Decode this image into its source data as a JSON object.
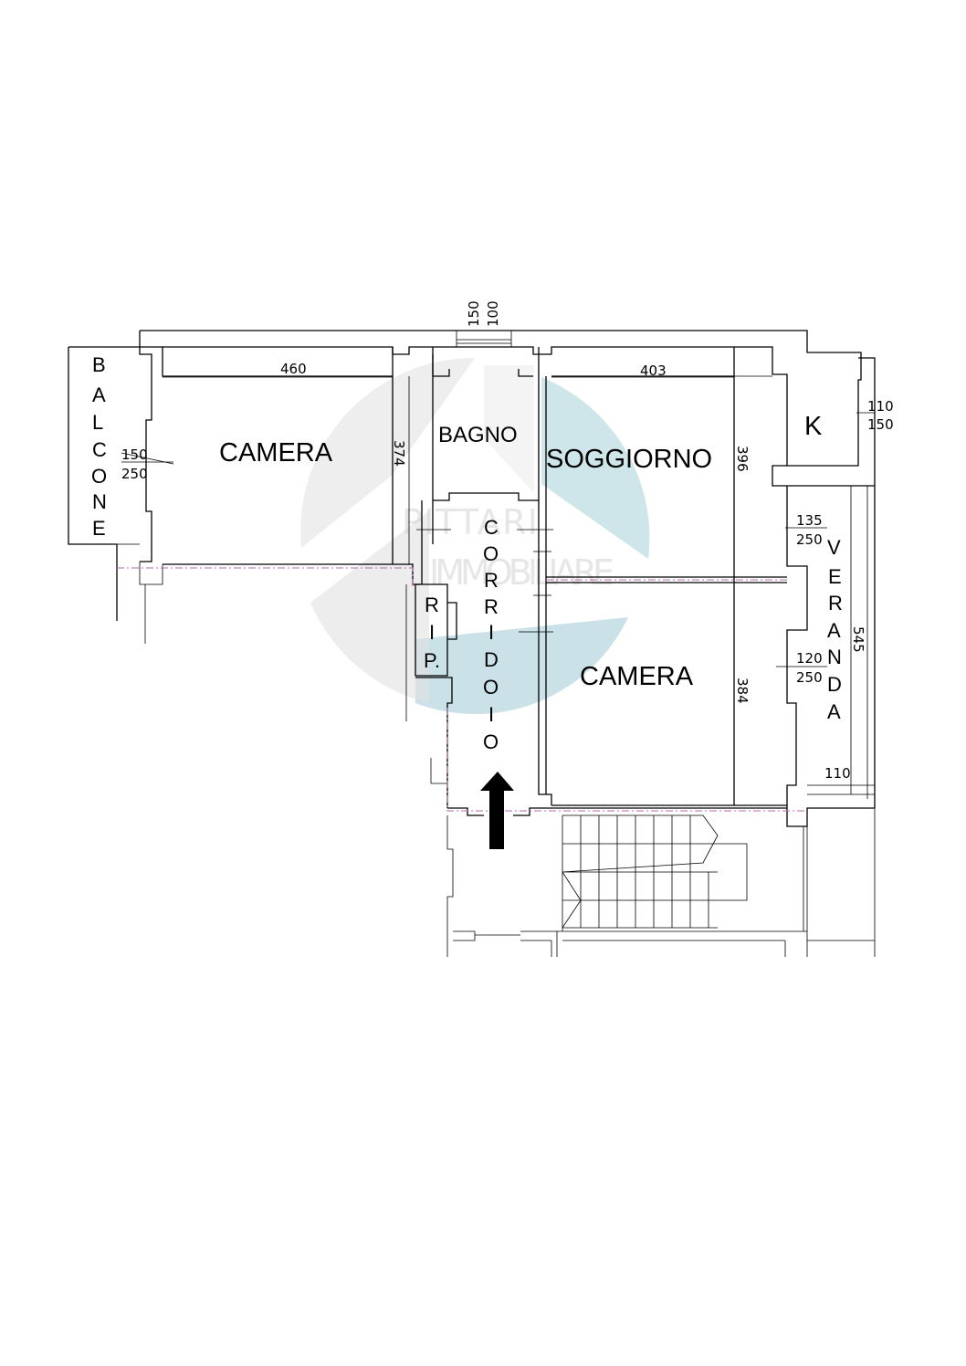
{
  "rooms": {
    "camera_left": "CAMERA",
    "bagno": "BAGNO",
    "soggiorno": "SOGGIORNO",
    "camera_right": "CAMERA",
    "k": "K"
  },
  "vertical_labels": {
    "balcone": [
      "B",
      "A",
      "L",
      "C",
      "O",
      "N",
      "E"
    ],
    "corridoio": [
      "C",
      "O",
      "R",
      "R",
      "I",
      "D",
      "O",
      "I",
      "O"
    ],
    "veranda": [
      "V",
      "E",
      "R",
      "A",
      "N",
      "D",
      "A"
    ],
    "rip": [
      "R",
      "I",
      "P."
    ]
  },
  "dimensions": {
    "camera_left_width": "460",
    "camera_left_height": "374",
    "soggiorno_width": "403",
    "soggiorno_height": "396",
    "camera_right_height": "384",
    "veranda_length": "545",
    "veranda_width": "110",
    "top_window_a": "150",
    "top_window_b": "100",
    "balcone_window_top": "150",
    "balcone_window_bottom": "250",
    "k_window_top": "110",
    "k_window_bottom": "150",
    "soggiorno_window_top": "135",
    "soggiorno_window_bottom": "250",
    "camera_window_top": "120",
    "camera_window_bottom": "250"
  },
  "watermark": {
    "line1": "PITTARI",
    "line2": "IMMOBILIARE",
    "color_teal": "#5fa9b6",
    "color_grey": "#c9c9c9"
  }
}
